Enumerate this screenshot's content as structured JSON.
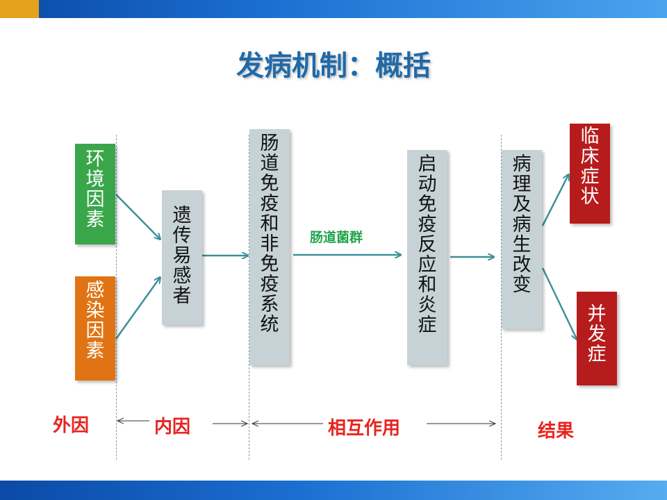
{
  "title": "发病机制：概括",
  "boxes": {
    "environment": "环境因素",
    "infection": "感染因素",
    "genetic": "遗传易感者",
    "immune_system": "肠道免疫和非免疫系统",
    "immune_response": "启动免疫反应和炎症",
    "pathology": "病理及病生改变",
    "clinical": "临床症状",
    "complication": "并发症"
  },
  "arrow_label": "肠道菌群",
  "bottom": {
    "external": "外因",
    "internal": "内因",
    "interaction": "相互作用",
    "result": "结果"
  },
  "colors": {
    "title": "#1f6aa8",
    "environment_box": "#3aa64a",
    "infection_box": "#e07414",
    "process_box": "#c6d2d6",
    "outcome_box": "#b71c1c",
    "arrow": "#3e8f99",
    "label_red": "#e8231f",
    "flora_green": "#21a34a"
  }
}
